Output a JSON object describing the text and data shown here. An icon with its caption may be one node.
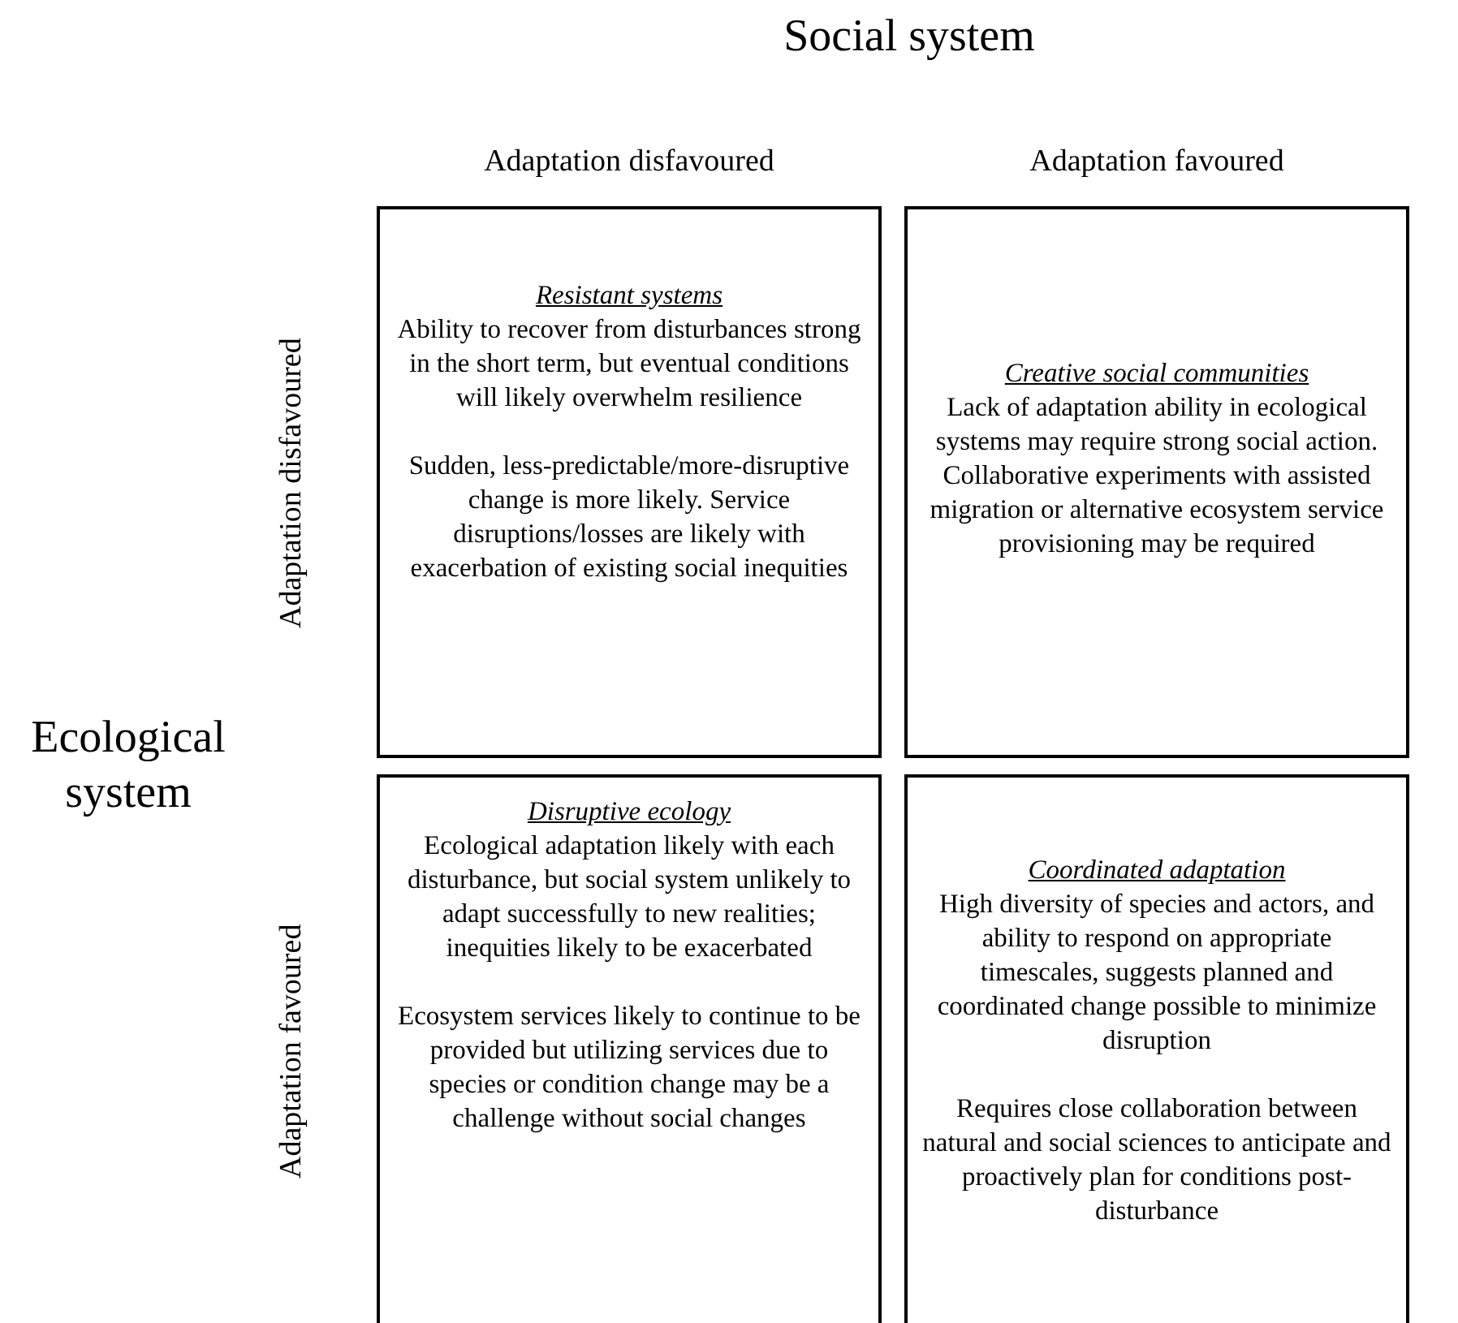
{
  "diagram": {
    "nodes": [
      {
        "text": [
          "Resistant systems",
          "Ability to recover from disturbances strong in the short term, but eventual conditions will likely overwhelm resilience",
          "Sudden, less-predictable/more-disruptive change is more likely. Service disruptions/losses are likely with exacerbation of existing social inequities"
        ]
      },
      {
        "text": [
          "Creative social communities",
          "Lack of adaptation ability in ecological systems may require strong social action.  Collaborative experiments with assisted migration or alternative ecosystem service provisioning may be required"
        ]
      },
      {
        "text": [
          "Disruptive ecology",
          "Ecological adaptation likely with each disturbance, but social system unlikely to adapt successfully to new realities; inequities likely to be exacerbated",
          "Ecosystem services likely to continue to be provided but utilizing services due to species or condition change may be a challenge without social changes"
        ]
      },
      {
        "text": [
          "Coordinated adaptation",
          "High diversity of species and actors, and ability to respond on appropriate timescales, suggests planned and coordinated change possible to minimize disruption",
          "Requires close collaboration between natural and social sciences to anticipate and proactively plan for conditions post-disturbance"
        ]
      }
    ],
    "labels": [
      "Social system",
      "Adaptation disfavoured",
      "Adaptation favoured",
      "Ecological system",
      "Adaptation disfavoured",
      "Adaptation favoured"
    ]
  }
}
